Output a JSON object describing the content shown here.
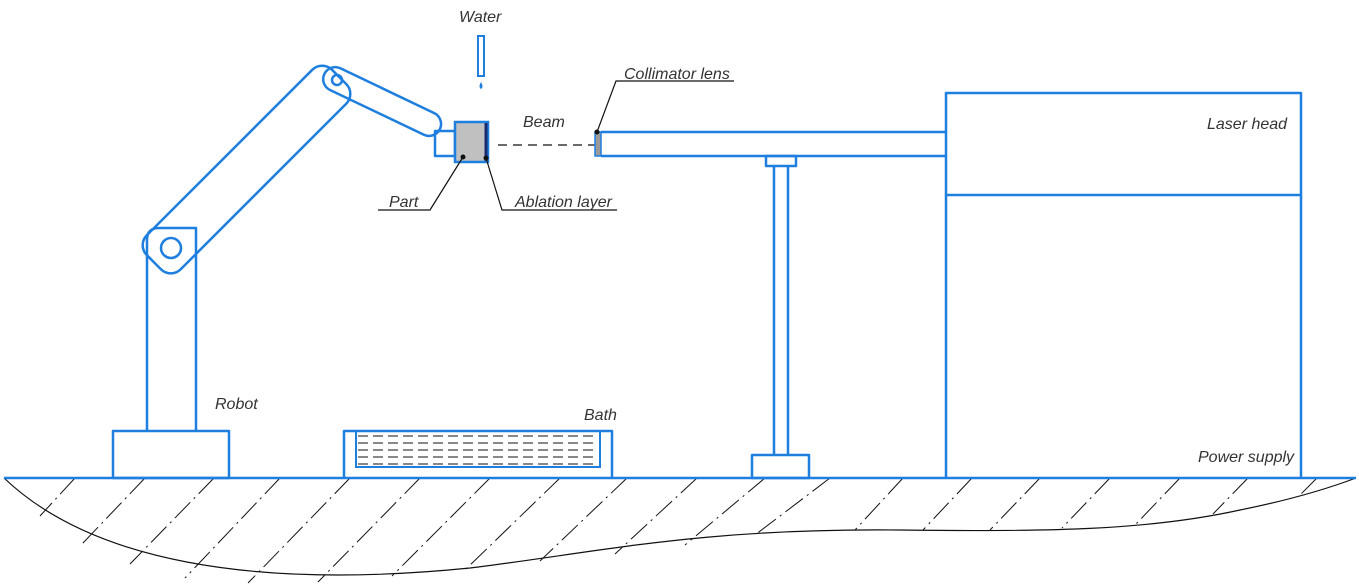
{
  "diagram": {
    "type": "laser ablation setup schematic",
    "labels": {
      "water": "Water",
      "beam": "Beam",
      "collimator_lens": "Collimator lens",
      "laser_head": "Laser head",
      "part": "Part",
      "ablation_layer": "Ablation layer",
      "robot": "Robot",
      "bath": "Bath",
      "power_supply": "Power supply"
    },
    "colors": {
      "equipment_outline": "#1e7fdf",
      "leader_lines": "#111111",
      "part_fill": "#c0c0c0",
      "ablation_layer": "#1a2a6c",
      "text": "#333333"
    }
  }
}
